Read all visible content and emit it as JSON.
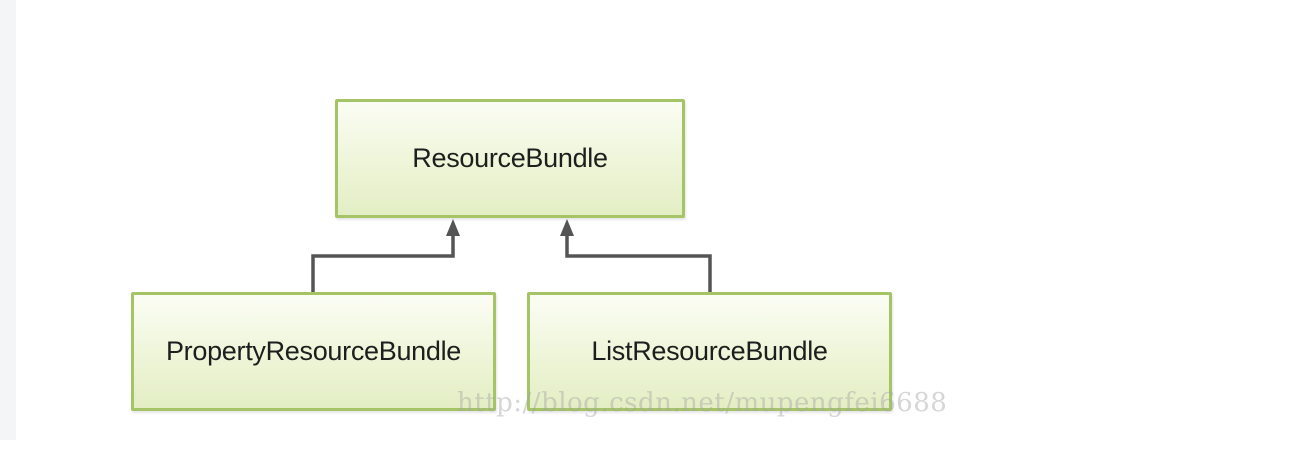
{
  "diagram": {
    "parent": {
      "label": "ResourceBundle"
    },
    "children": [
      {
        "label": "PropertyResourceBundle"
      },
      {
        "label": "ListResourceBundle"
      }
    ],
    "relationship": "inheritance",
    "colors": {
      "box_border": "#a4c466",
      "box_fill_top": "#fbfdf4",
      "box_fill_bottom": "#e3eec4",
      "connector": "#555555",
      "text": "#1e1e1e"
    }
  },
  "watermark": {
    "text": "http://blog.csdn.net/mupengfei6688"
  }
}
